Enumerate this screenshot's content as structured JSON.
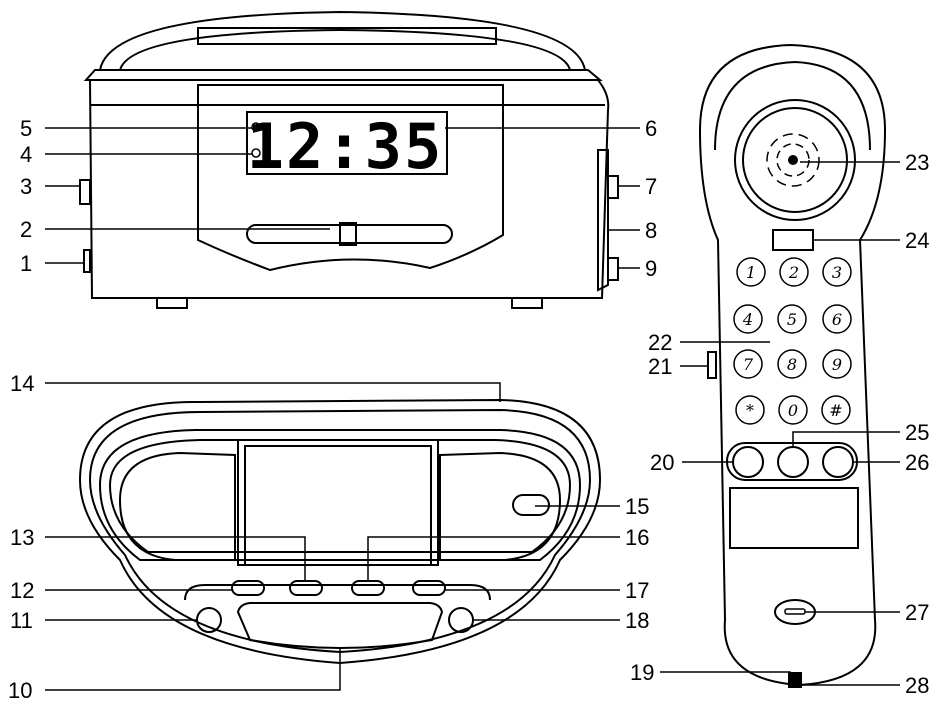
{
  "clock_display": "12:35",
  "keypad": [
    "1",
    "2",
    "3",
    "4",
    "5",
    "6",
    "7",
    "8",
    "9",
    "*",
    "0",
    "#"
  ],
  "callouts": [
    "1",
    "2",
    "3",
    "4",
    "5",
    "6",
    "7",
    "8",
    "9",
    "10",
    "11",
    "12",
    "13",
    "14",
    "15",
    "16",
    "17",
    "18",
    "19",
    "20",
    "21",
    "22",
    "23",
    "24",
    "25",
    "26",
    "27",
    "28"
  ]
}
